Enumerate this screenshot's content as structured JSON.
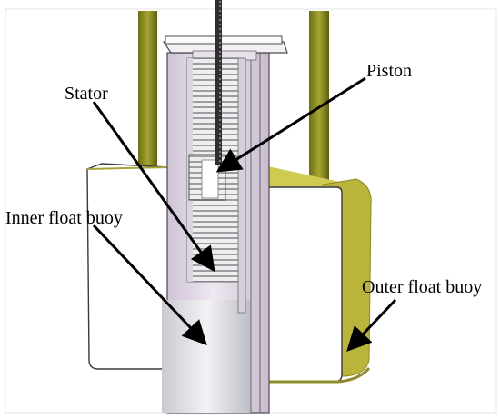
{
  "diagram": {
    "labels": {
      "piston": "Piston",
      "stator": "Stator",
      "inner_float_buoy": "Inner float buoy",
      "outer_float_buoy": "Outer float buoy"
    },
    "colors": {
      "background": "#ffffff",
      "rod_olive": "#8f8f22",
      "buoy_body": "#ffffff",
      "buoy_side_yellow": "#b9b53a",
      "buoy_top_yellow": "#cfcb52",
      "tube_lavender": "#e2d6e6",
      "tube_inner_grey": "#d7d7dd",
      "coil_grey": "#a9a9ad",
      "cable_dark": "#303030",
      "arrow_black": "#000000"
    },
    "icons": [
      "arrowhead-icon"
    ]
  }
}
